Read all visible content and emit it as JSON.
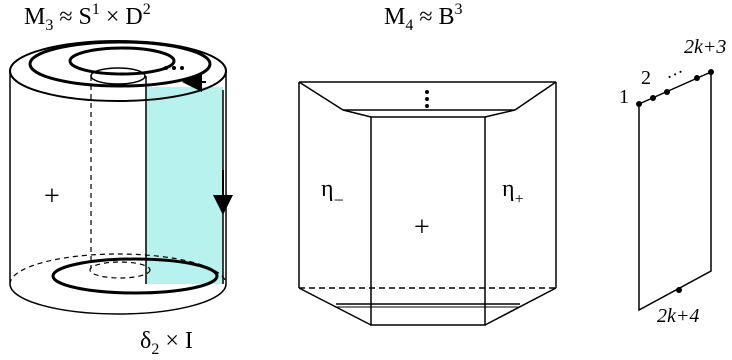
{
  "figure": {
    "left": {
      "title_main": "M",
      "title_sub": "3",
      "title_rel": " ≈ S",
      "title_sup": "1",
      "title_rest": " × D",
      "title_sup2": "2",
      "sign": "+",
      "bottom_main": "δ",
      "bottom_sub": "2",
      "bottom_rest": " × I",
      "highlight_color": "#b8f2ef"
    },
    "middle": {
      "title_main": "M",
      "title_sub": "4",
      "title_rel": " ≈ B",
      "title_sup": "3",
      "eta_minus": "η",
      "eta_minus_sub": "−",
      "eta_plus": "η",
      "eta_plus_sub": "+",
      "sign": "+"
    },
    "right": {
      "label_1": "1",
      "label_2": "2",
      "label_dots": "…",
      "label_top": "2k+3",
      "label_bottom": "2k+4"
    }
  }
}
